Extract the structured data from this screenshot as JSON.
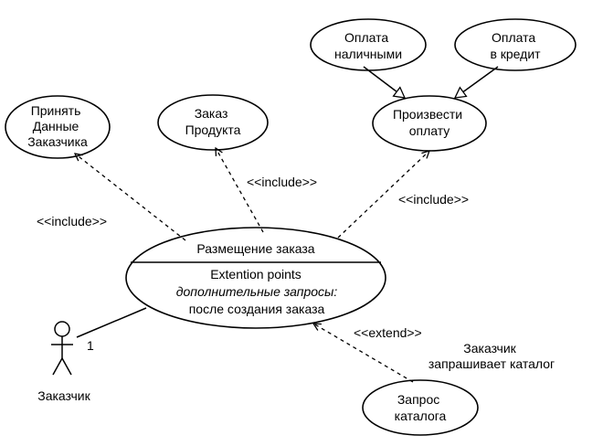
{
  "use_cases": {
    "accept_data": [
      "Принять",
      "Данные",
      "Заказчика"
    ],
    "order_product": [
      "Заказ",
      "Продукта"
    ],
    "pay_cash": [
      "Оплата",
      "наличными"
    ],
    "pay_credit": [
      "Оплата",
      "в кредит"
    ],
    "make_payment": [
      "Произвести",
      "оплату"
    ],
    "place_order": {
      "name": "Размещение заказа",
      "section_title": "Extention points",
      "extension_point": "дополнительные запросы:",
      "extension_condition": "после создания заказа"
    },
    "catalog_request": [
      "Запрос",
      "каталога"
    ]
  },
  "relations": {
    "include_left": "<<include>>",
    "include_mid": "<<include>>",
    "include_right": "<<include>>",
    "extend": "<<extend>>",
    "extend_condition": [
      "Заказчик",
      "запрашивает каталог"
    ]
  },
  "actor": {
    "name": "Заказчик",
    "multiplicity": "1"
  }
}
